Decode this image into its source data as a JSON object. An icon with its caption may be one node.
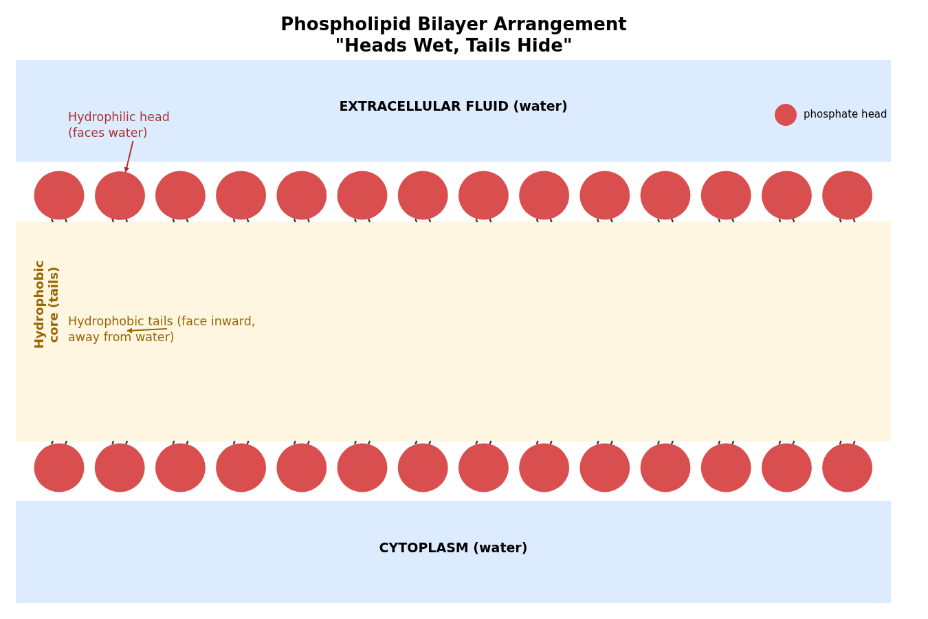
{
  "diagram": {
    "title": "Phospholipid Bilayer Arrangement \"Heads Wet, Tails Hide\"",
    "nodes": [
      {
        "text": [
          "EXTRACELLULAR FLUID (water)"
        ]
      },
      {
        "text": [
          "Hydrophobic core (tails)"
        ]
      },
      {
        "text": [
          "CYTOPLASM (water)"
        ]
      },
      {
        "text": [
          "Hydrophilic head (faces water)"
        ],
        "in": 0
      },
      {
        "text": [],
        "shape": "circle"
      },
      {
        "text": [
          "Hydrophobic tails (face inward, away from water)"
        ],
        "in": 1
      }
    ],
    "edges": [
      {
        "from": 3,
        "to": 4,
        "arrow": "to",
        "color": "#a83232"
      },
      {
        "from": null,
        "to": 5,
        "arrow": "to",
        "color": "#9a6500"
      }
    ],
    "legend": [
      {
        "text": "phosphate head",
        "color": "#d94f4f"
      }
    ]
  }
}
